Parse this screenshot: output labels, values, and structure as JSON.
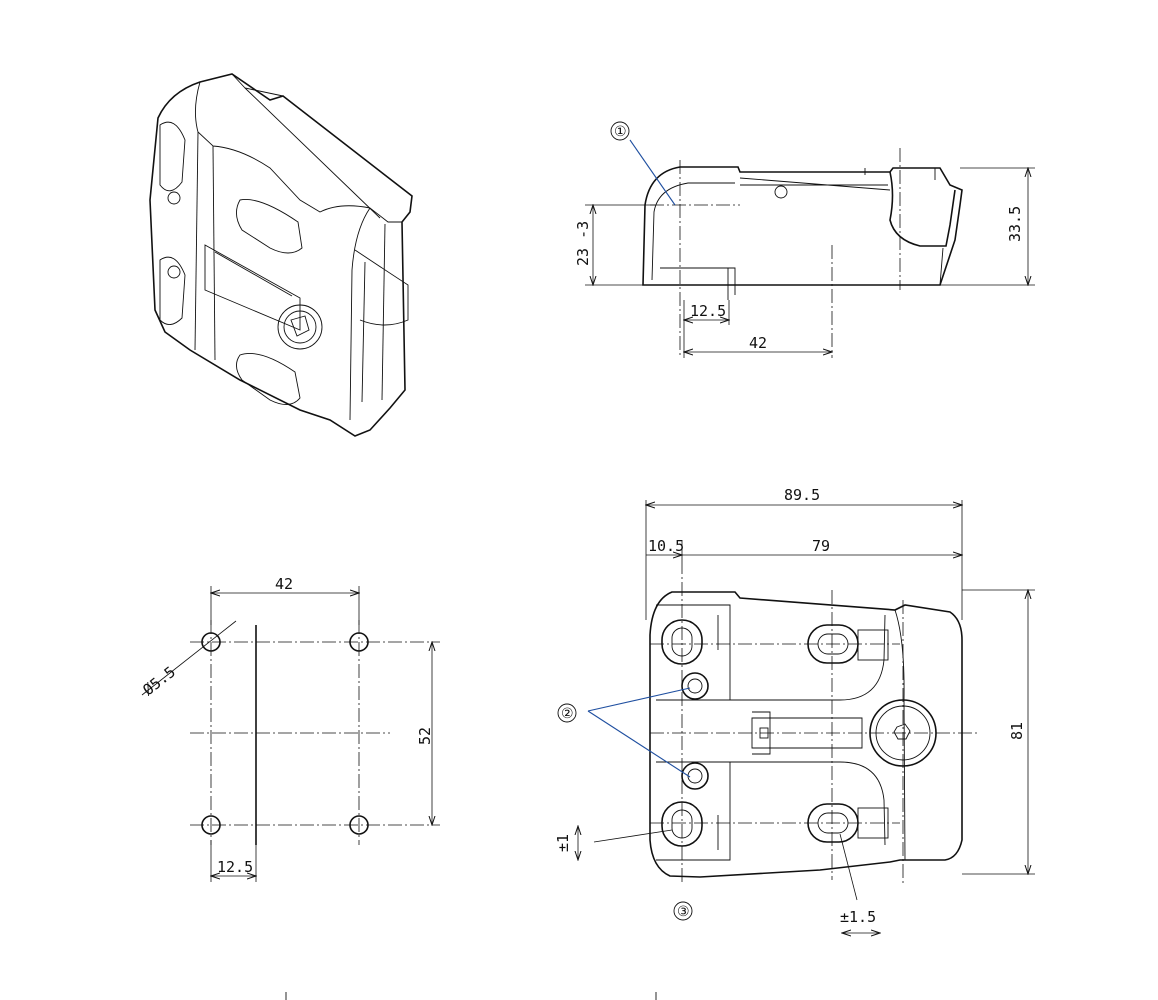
{
  "views": {
    "side": {
      "callout": "①",
      "dims": {
        "height": "33.5",
        "offset": "23 -3",
        "left_offset": "12.5",
        "hole_spacing": "42"
      }
    },
    "template": {
      "dims": {
        "width": "42",
        "hole_diameter": "Ø5.5",
        "height": "52",
        "edge": "12.5"
      }
    },
    "plan": {
      "dims": {
        "overall_width": "89.5",
        "left": "10.5",
        "span": "79",
        "height": "81",
        "vert_adjust": "±1",
        "horiz_adjust": "±1.5"
      },
      "callout_screws": "②",
      "callout_bottom": "③"
    }
  }
}
